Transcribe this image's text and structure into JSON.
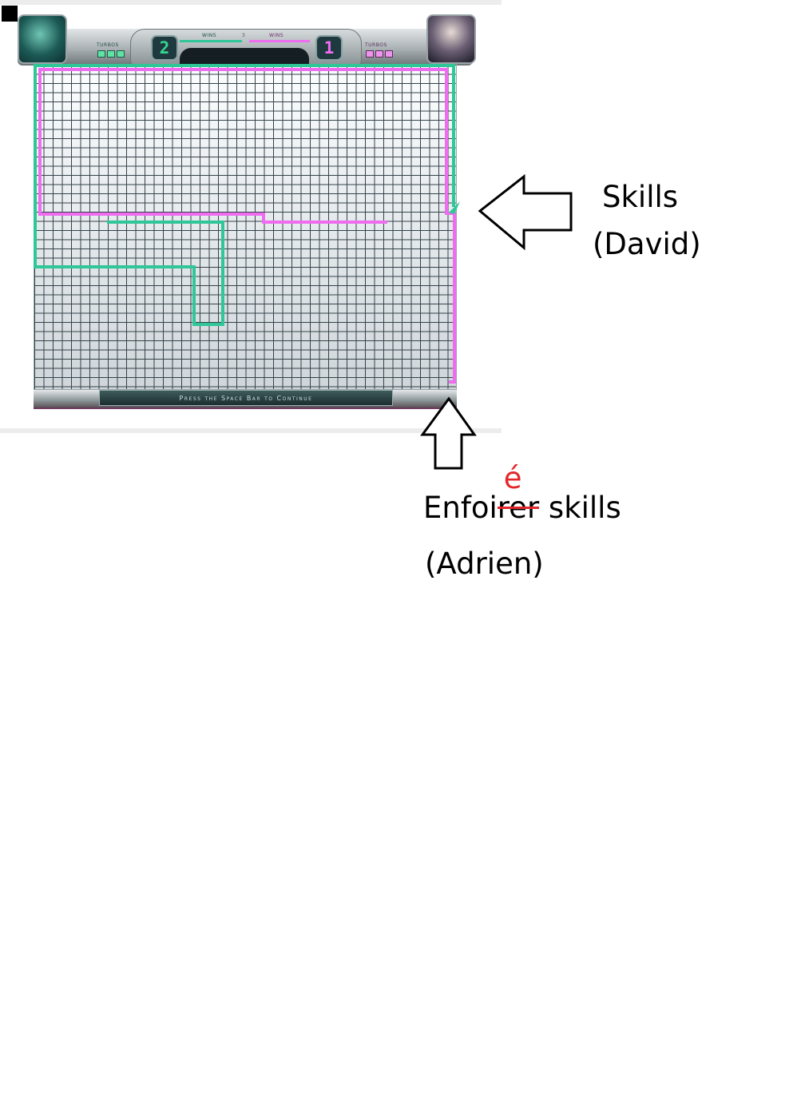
{
  "hud": {
    "player_left": {
      "score": "2",
      "turbos_label": "TURBOS",
      "wins_label": "WINS",
      "turbo_cells": 3,
      "color": "#2fd18f"
    },
    "player_right": {
      "score": "1",
      "turbos_label": "TURBOS",
      "wins_label": "WINS",
      "turbo_cells": 3,
      "color": "#ee6cf0"
    },
    "wins_center_value": "3"
  },
  "footer": {
    "continue_text": "Press the Space Bar to Continue"
  },
  "annotations": {
    "david": {
      "line1": "Skills",
      "line2": "(David)"
    },
    "adrien": {
      "prefix": "Enfoi",
      "struck": "rer",
      "correction": "é",
      "suffix": " skills",
      "line2": "(Adrien)",
      "correction_color": "#e3262a"
    }
  },
  "colors": {
    "green_trail": "#2fc798",
    "pink_trail": "#ef6cf0",
    "band": "#ececec"
  }
}
